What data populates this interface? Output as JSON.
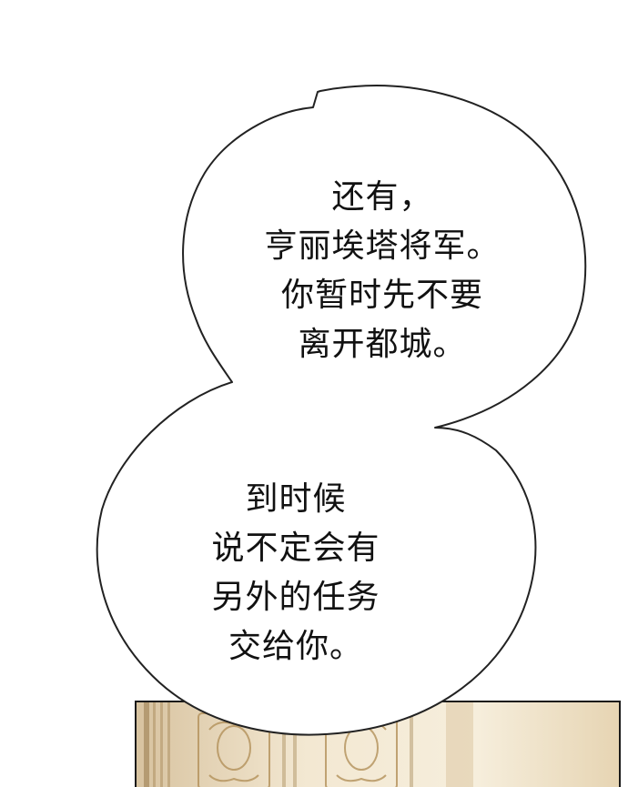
{
  "speech_bubble": {
    "upper_lines": [
      "还有，",
      "亨丽埃塔将军。",
      "你暂时先不要",
      "离开都城。"
    ],
    "lower_lines": [
      "到时候",
      "说不定会有",
      "另外的任务",
      "交给你。"
    ]
  },
  "colors": {
    "page_background": "#ffffff",
    "bubble_fill": "#ffffff",
    "bubble_outline": "#222222",
    "text": "#111111",
    "panel_wall": "#efe2c6",
    "panel_ornament": "#b89a63"
  },
  "background_panel": {
    "description_icon": "ornate-wall-panel"
  }
}
